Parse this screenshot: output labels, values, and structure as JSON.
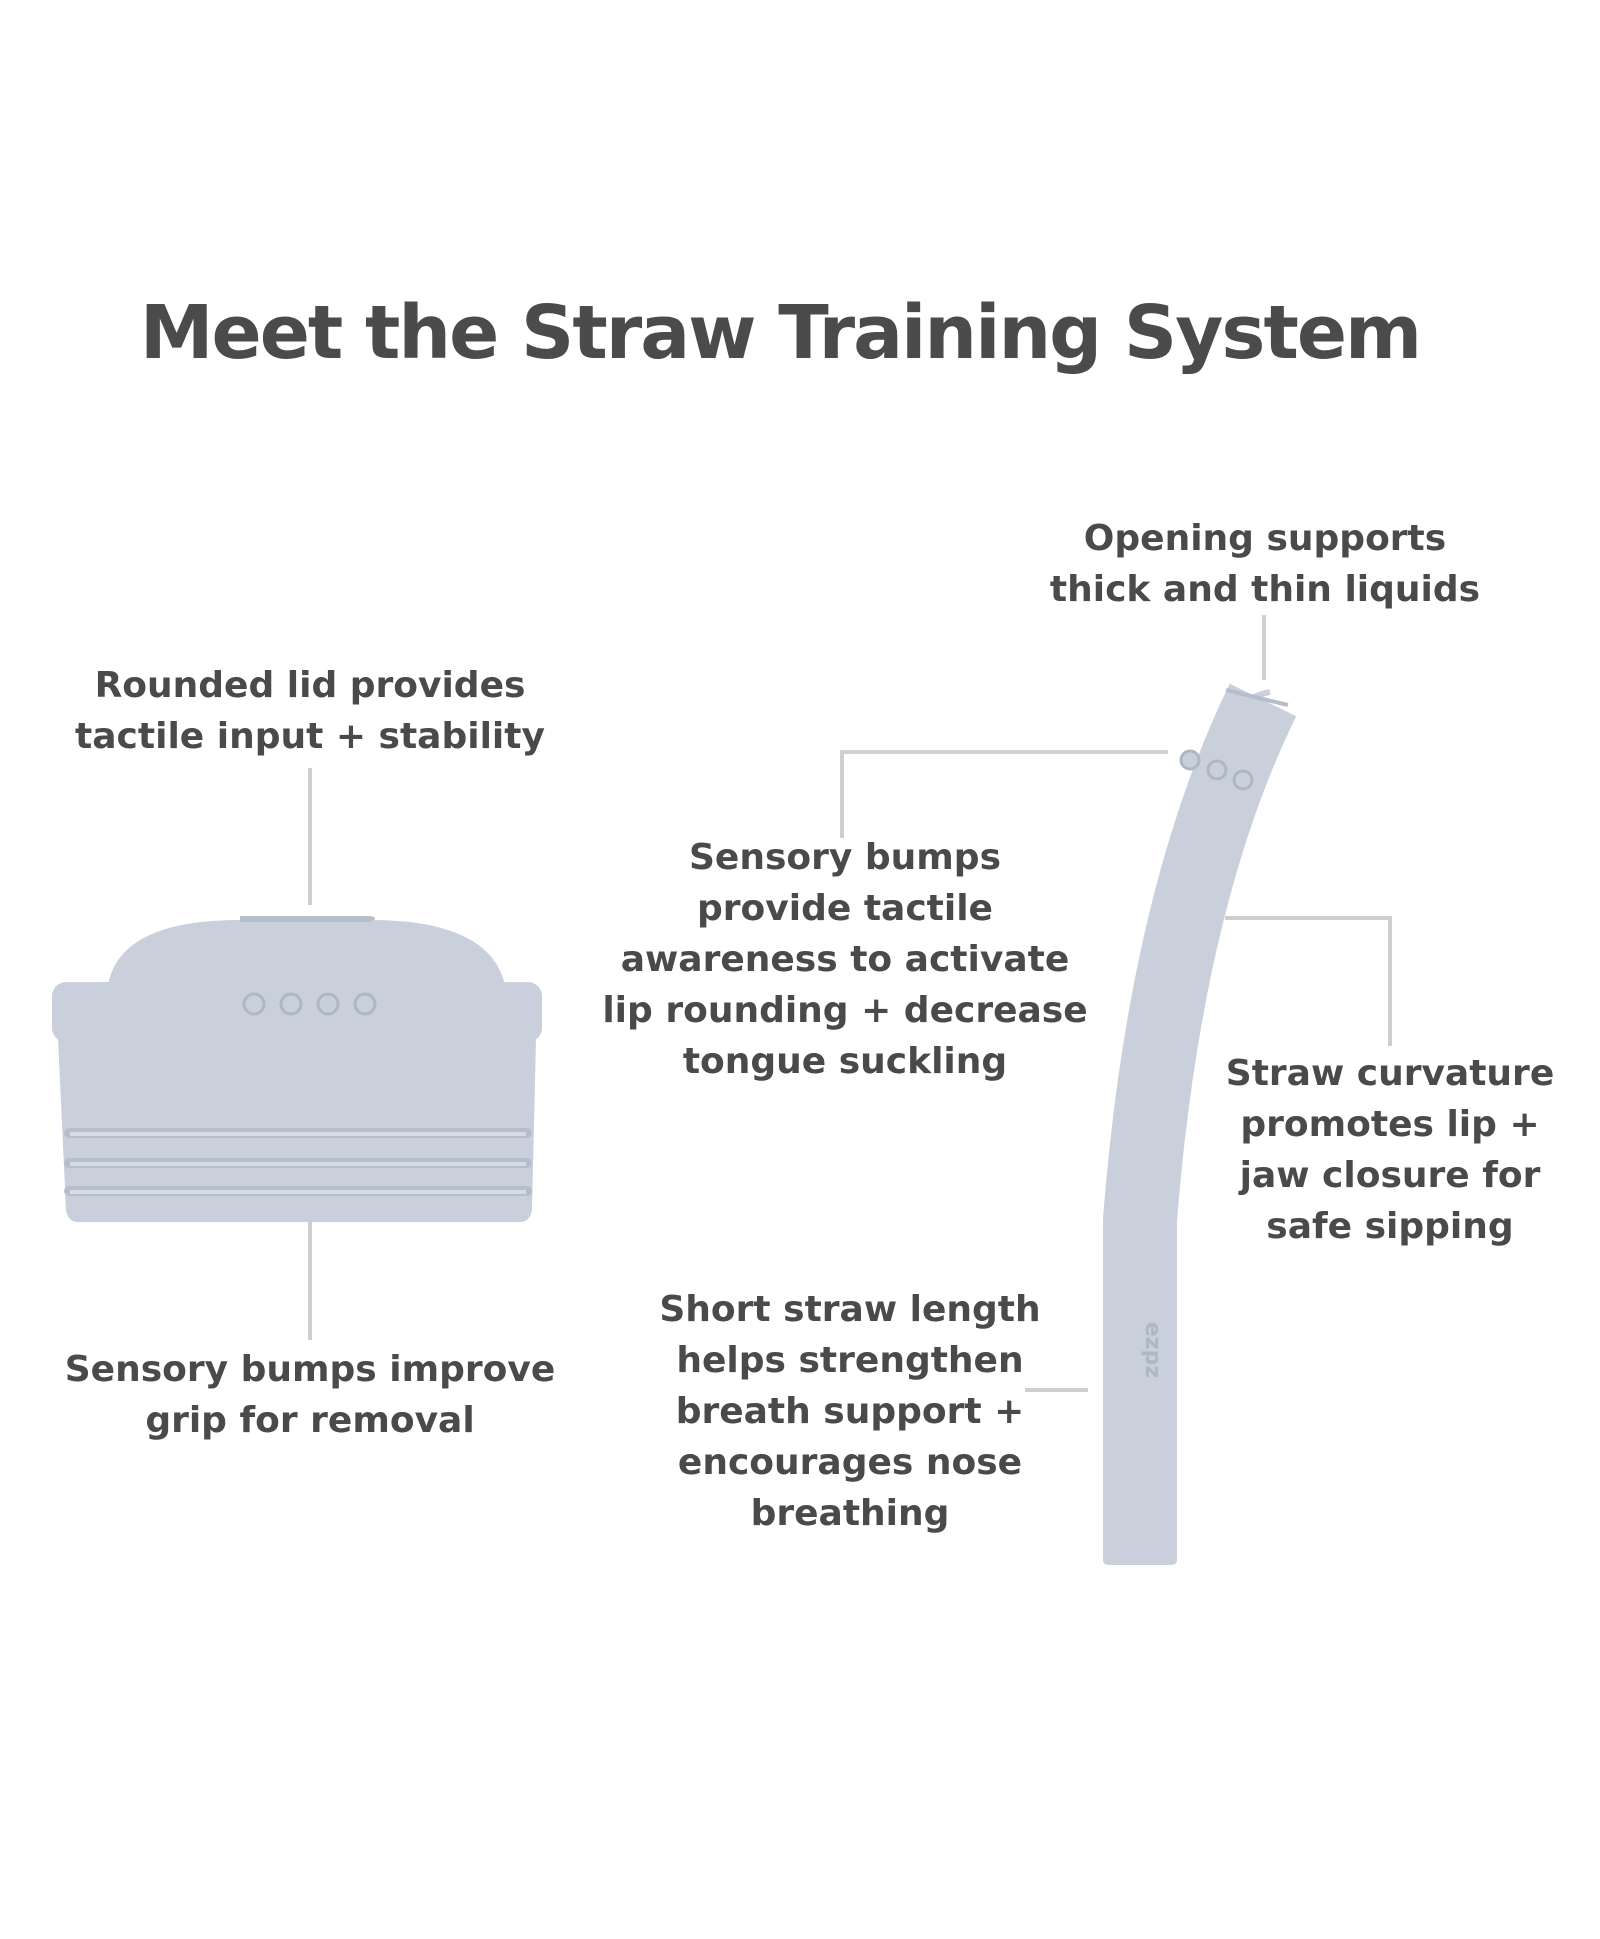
{
  "title": "Meet the Straw Training System",
  "lid": {
    "top_callout": [
      "Rounded lid provides",
      "tactile input + stability"
    ],
    "bottom_callout": [
      "Sensory bumps improve",
      "grip for removal"
    ]
  },
  "straw": {
    "opening_callout": [
      "Opening supports",
      "thick and thin liquids"
    ],
    "bumps_callout": [
      "Sensory bumps",
      "provide tactile",
      "awareness to activate",
      "lip rounding + decrease",
      "tongue suckling"
    ],
    "curvature_callout": [
      "Straw curvature",
      "promotes lip +",
      "jaw closure for",
      "safe sipping"
    ],
    "length_callout": [
      "Short straw length",
      "helps strengthen",
      "breath support +",
      "encourages nose",
      "breathing"
    ],
    "brand_mark": "ezpz"
  },
  "colors": {
    "product": "#c9d0dc",
    "product_shade": "#b6becc",
    "leader_line": "#cfcfcf",
    "text": "#4a4a4a"
  }
}
